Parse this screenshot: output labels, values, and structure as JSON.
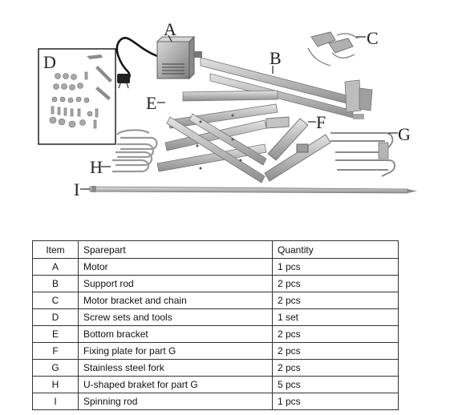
{
  "figure": {
    "callouts": [
      "A",
      "B",
      "C",
      "D",
      "E",
      "F",
      "G",
      "H",
      "I"
    ]
  },
  "table": {
    "headers": [
      "Item",
      "Sparepart",
      "Quantity"
    ],
    "rows": [
      {
        "item": "A",
        "part": "Motor",
        "qty": "1 pcs"
      },
      {
        "item": "B",
        "part": "Support rod",
        "qty": "2 pcs"
      },
      {
        "item": "C",
        "part": "Motor bracket and chain",
        "qty": "2 pcs"
      },
      {
        "item": "D",
        "part": "Screw sets and tools",
        "qty": "1 set"
      },
      {
        "item": "E",
        "part": "Bottom bracket",
        "qty": "2 pcs"
      },
      {
        "item": "F",
        "part": "Fixing plate for part G",
        "qty": "2 pcs"
      },
      {
        "item": "G",
        "part": "Stainless steel fork",
        "qty": "2 pcs"
      },
      {
        "item": "H",
        "part": "U-shaped braket for part G",
        "qty": "5 pcs"
      },
      {
        "item": "I",
        "part": "Spinning rod",
        "qty": "1 pcs"
      }
    ]
  }
}
